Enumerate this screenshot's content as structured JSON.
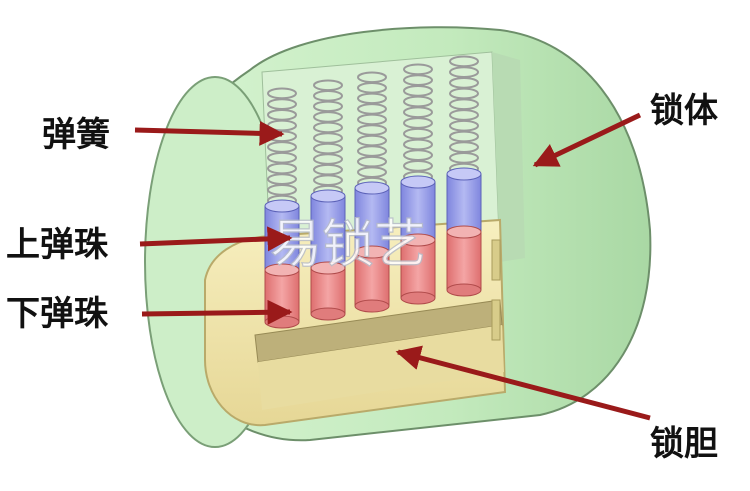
{
  "labels": {
    "spring": "弹簧",
    "upper_pin": "上弹珠",
    "lower_pin": "下弹珠",
    "lock_body": "锁体",
    "lock_core": "锁胆"
  },
  "watermark": "易锁艺",
  "colors": {
    "body": "#c6ecc0",
    "body_dark": "#8fbf8c",
    "core": "#f1e6a9",
    "core_dark": "#cdbd7c",
    "upper_pin": "#8f95e6",
    "lower_pin": "#e88484",
    "arrow": "#9a1a1a",
    "spring": "#9a9a9a"
  },
  "pins": [
    {
      "name": "pin-1"
    },
    {
      "name": "pin-2"
    },
    {
      "name": "pin-3"
    },
    {
      "name": "pin-4"
    },
    {
      "name": "pin-5"
    }
  ]
}
